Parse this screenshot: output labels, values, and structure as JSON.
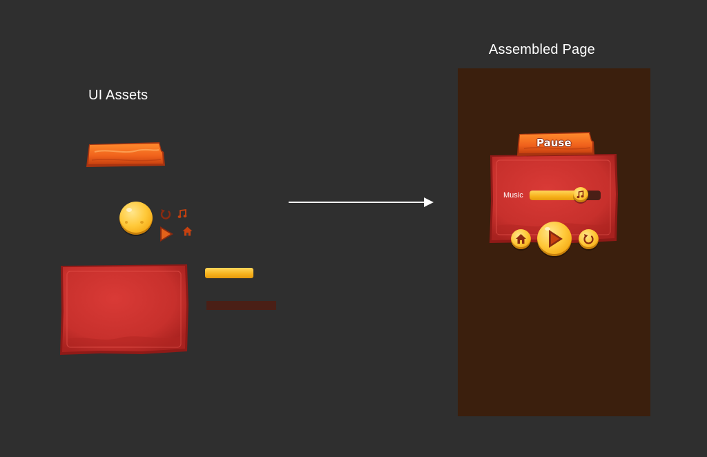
{
  "headings": {
    "assets": "UI Assets",
    "assembled": "Assembled Page"
  },
  "assets": {
    "icons": [
      "coin-button",
      "restart-icon",
      "music-note-icon",
      "play-icon",
      "home-icon"
    ],
    "bars": [
      "yellow-progress-bar",
      "dark-track-bar"
    ]
  },
  "assembled_page": {
    "title": "Pause",
    "music_label": "Music",
    "music_level": 0.72,
    "buttons": [
      "home-icon",
      "play-icon",
      "restart-icon"
    ]
  },
  "colors": {
    "canvas_bg": "#2f2f2f",
    "page_bg": "#3b1f0d",
    "plank_orange": "#f0621c",
    "panel_red": "#c7302c",
    "coin_yellow": "#ffc93a",
    "track_dark": "#4a1f16"
  }
}
